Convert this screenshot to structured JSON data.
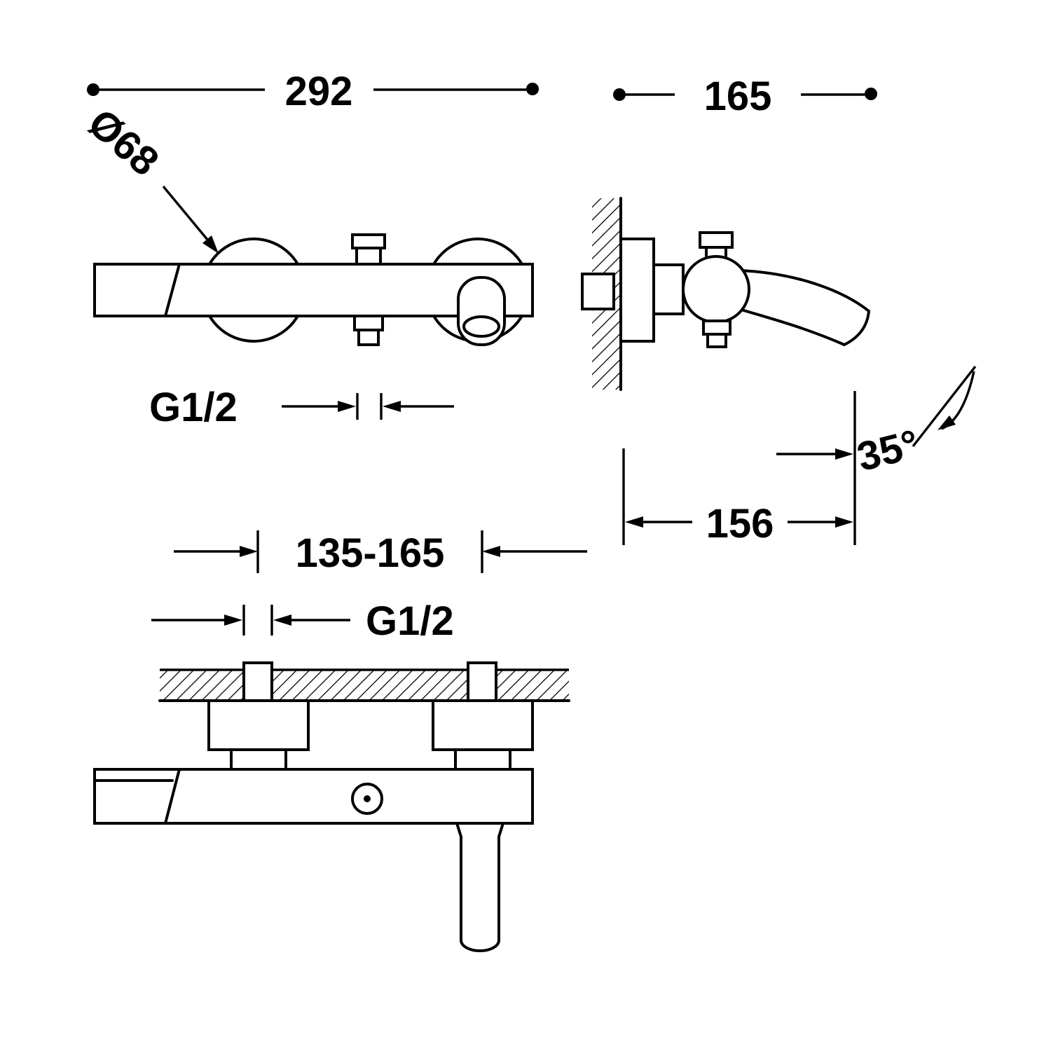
{
  "drawing": {
    "background": "#ffffff",
    "line_color": "#000000",
    "labels": {
      "overall_width": "292",
      "depth": "165",
      "escutcheon_diameter": "Ø68",
      "outlet_thread": "G1/2",
      "spout_reach": "156",
      "spout_angle": "35°",
      "inlet_spacing": "135-165",
      "inlet_thread": "G1/2"
    }
  }
}
